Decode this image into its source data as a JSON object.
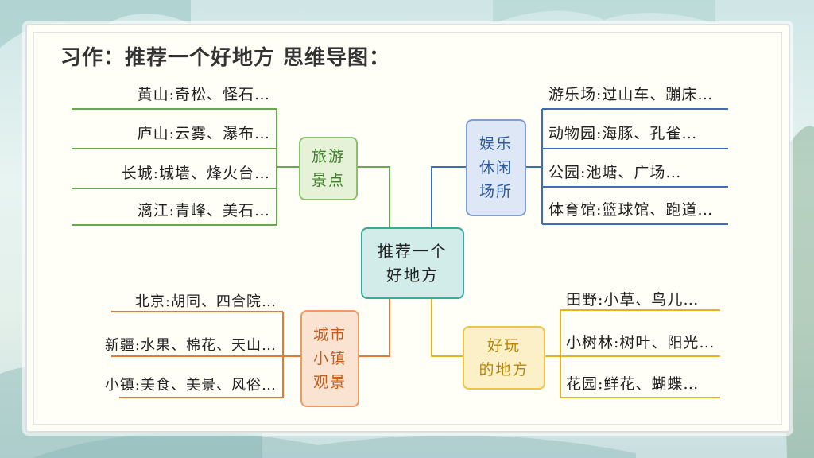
{
  "title": "习作：推荐一个好地方  思维导图：",
  "center": "推荐一个\n好地方",
  "branches": {
    "scenic": {
      "label": "旅游\n景点",
      "color": "#6aa84f",
      "leaves": [
        "黄山:奇松、怪石…",
        "庐山:云雾、瀑布…",
        "长城:城墙、烽火台…",
        "漓江:青峰、美石…"
      ]
    },
    "entertainment": {
      "label": "娱乐\n休闲\n场所",
      "color": "#3c6fb4",
      "leaves": [
        "游乐场:过山车、蹦床…",
        "动物园:海豚、孔雀…",
        "公园:池塘、广场…",
        "体育馆:篮球馆、跑道…"
      ]
    },
    "town": {
      "label": "城市\n小镇\n观景",
      "color": "#e07b39",
      "leaves": [
        "北京:胡同、四合院…",
        "新疆:水果、棉花、天山…",
        "小镇:美食、美景、风俗…"
      ]
    },
    "fun": {
      "label": "好玩\n的地方",
      "color": "#e5b31f",
      "leaves": [
        "田野:小草、鸟儿…",
        "小树林:树叶、阳光…",
        "花园:鲜花、蝴蝶…"
      ]
    }
  }
}
